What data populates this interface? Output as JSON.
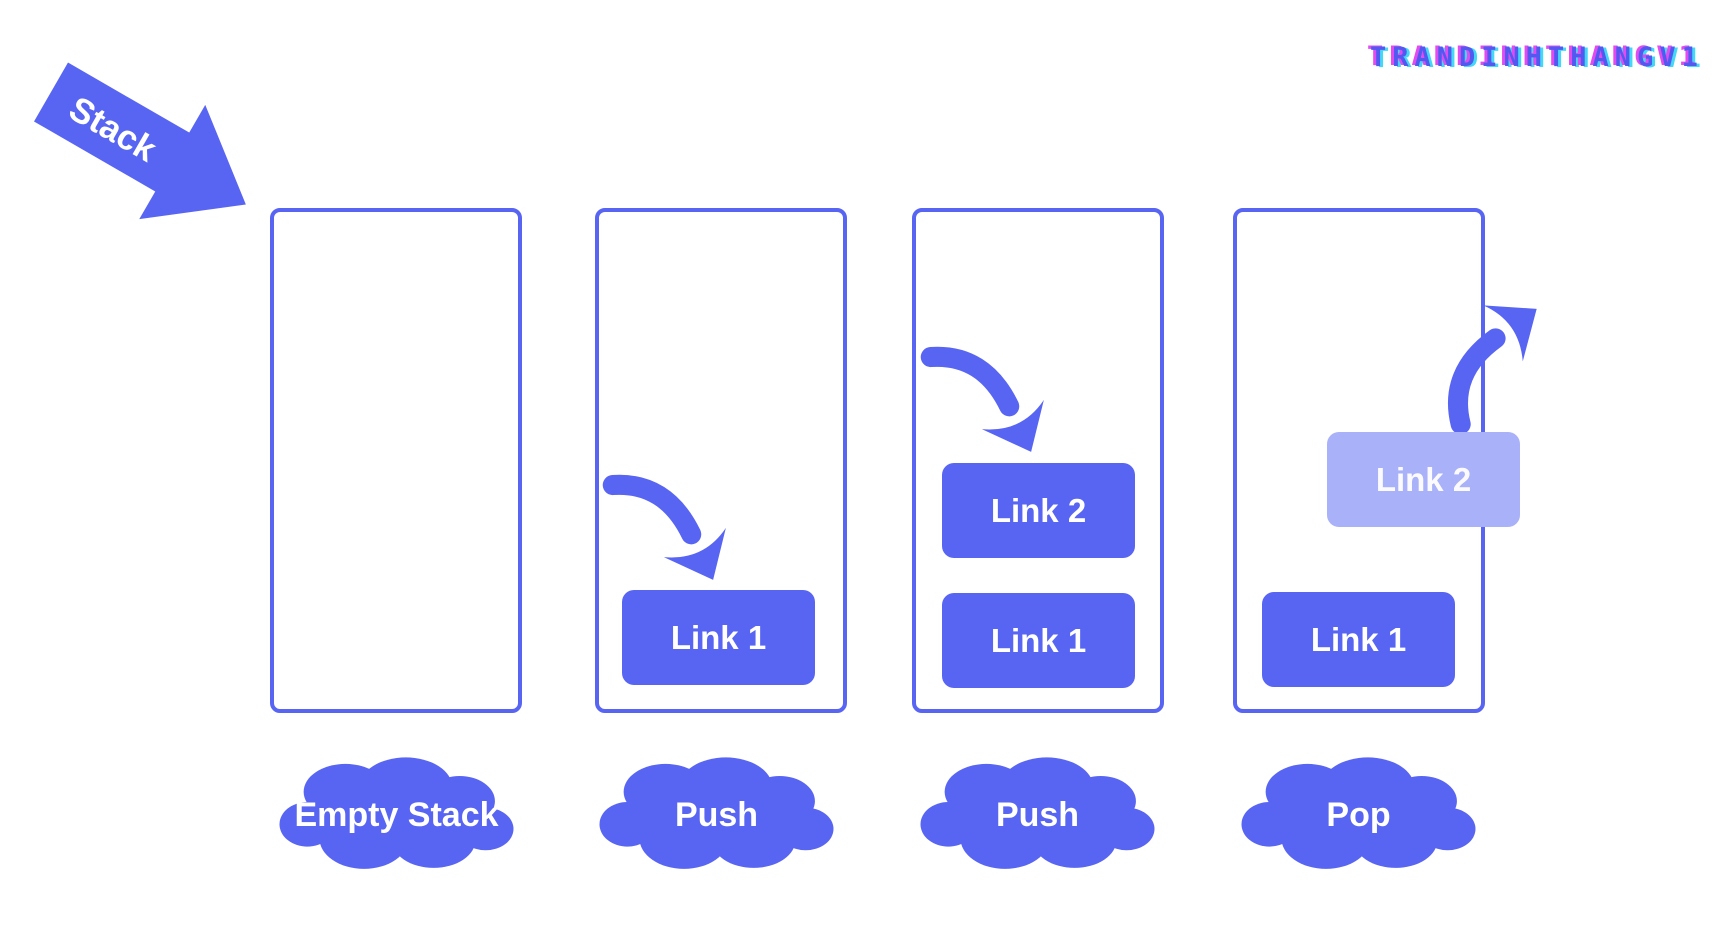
{
  "watermark": {
    "text": "TRANDINHTHANGV1"
  },
  "title_arrow": {
    "label": "Stack"
  },
  "colors": {
    "primary": "#5865F2",
    "faded_item": "#A9B1F8",
    "background": "#FFFFFF",
    "watermark_blue": "#5159F0",
    "watermark_pink": "#E14BEF",
    "watermark_cyan": "#43D7F8"
  },
  "stages": [
    {
      "caption": "Empty Stack",
      "items": []
    },
    {
      "caption": "Push",
      "items": [
        "Link 1"
      ]
    },
    {
      "caption": "Push",
      "items": [
        "Link 2",
        "Link 1"
      ]
    },
    {
      "caption": "Pop",
      "items": [
        "Link 1"
      ],
      "popped": "Link 2"
    }
  ]
}
